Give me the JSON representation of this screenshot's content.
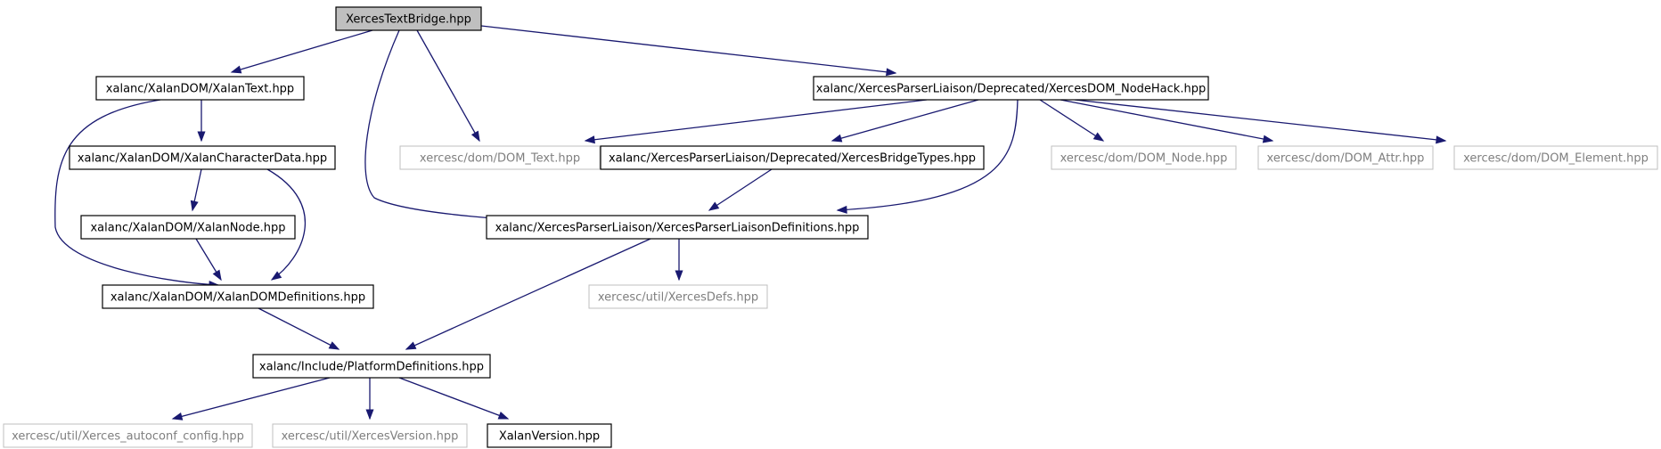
{
  "diagram": {
    "type": "include-dependency-graph",
    "colors": {
      "edge": "#191970",
      "root_fill": "#bfbfbf",
      "internal_border": "#000000",
      "external_border": "#bfbfbf",
      "external_text": "#7f7f7f"
    },
    "nodes": [
      {
        "id": "root",
        "label": "XercesTextBridge.hpp",
        "kind": "root"
      },
      {
        "id": "xalantext",
        "label": "xalanc/XalanDOM/XalanText.hpp",
        "kind": "internal"
      },
      {
        "id": "nodehack",
        "label": "xalanc/XercesParserLiaison/Deprecated/XercesDOM_NodeHack.hpp",
        "kind": "internal"
      },
      {
        "id": "chardata",
        "label": "xalanc/XalanDOM/XalanCharacterData.hpp",
        "kind": "internal"
      },
      {
        "id": "domtext",
        "label": "xercesc/dom/DOM_Text.hpp",
        "kind": "external"
      },
      {
        "id": "bridgetypes",
        "label": "xalanc/XercesParserLiaison/Deprecated/XercesBridgeTypes.hpp",
        "kind": "internal"
      },
      {
        "id": "domnode",
        "label": "xercesc/dom/DOM_Node.hpp",
        "kind": "external"
      },
      {
        "id": "domattr",
        "label": "xercesc/dom/DOM_Attr.hpp",
        "kind": "external"
      },
      {
        "id": "domelement",
        "label": "xercesc/dom/DOM_Element.hpp",
        "kind": "external"
      },
      {
        "id": "xalannode",
        "label": "xalanc/XalanDOM/XalanNode.hpp",
        "kind": "internal"
      },
      {
        "id": "liaisondefs",
        "label": "xalanc/XercesParserLiaison/XercesParserLiaisonDefinitions.hpp",
        "kind": "internal"
      },
      {
        "id": "domdefs",
        "label": "xalanc/XalanDOM/XalanDOMDefinitions.hpp",
        "kind": "internal"
      },
      {
        "id": "xercesdefs",
        "label": "xercesc/util/XercesDefs.hpp",
        "kind": "external"
      },
      {
        "id": "platformdefs",
        "label": "xalanc/Include/PlatformDefinitions.hpp",
        "kind": "internal"
      },
      {
        "id": "autoconf",
        "label": "xercesc/util/Xerces_autoconf_config.hpp",
        "kind": "external"
      },
      {
        "id": "xercesversion",
        "label": "xercesc/util/XercesVersion.hpp",
        "kind": "external"
      },
      {
        "id": "xalanversion",
        "label": "XalanVersion.hpp",
        "kind": "internal"
      }
    ],
    "edges": [
      {
        "from": "root",
        "to": "xalantext"
      },
      {
        "from": "root",
        "to": "nodehack"
      },
      {
        "from": "root",
        "to": "domtext"
      },
      {
        "from": "root",
        "to": "liaisondefs"
      },
      {
        "from": "xalantext",
        "to": "chardata"
      },
      {
        "from": "xalantext",
        "to": "domdefs"
      },
      {
        "from": "chardata",
        "to": "xalannode"
      },
      {
        "from": "chardata",
        "to": "domdefs"
      },
      {
        "from": "xalannode",
        "to": "domdefs"
      },
      {
        "from": "domdefs",
        "to": "platformdefs"
      },
      {
        "from": "nodehack",
        "to": "domtext"
      },
      {
        "from": "nodehack",
        "to": "bridgetypes"
      },
      {
        "from": "nodehack",
        "to": "domnode"
      },
      {
        "from": "nodehack",
        "to": "domattr"
      },
      {
        "from": "nodehack",
        "to": "domelement"
      },
      {
        "from": "nodehack",
        "to": "liaisondefs"
      },
      {
        "from": "bridgetypes",
        "to": "liaisondefs"
      },
      {
        "from": "liaisondefs",
        "to": "xercesdefs"
      },
      {
        "from": "liaisondefs",
        "to": "platformdefs"
      },
      {
        "from": "platformdefs",
        "to": "autoconf"
      },
      {
        "from": "platformdefs",
        "to": "xercesversion"
      },
      {
        "from": "platformdefs",
        "to": "xalanversion"
      }
    ]
  }
}
